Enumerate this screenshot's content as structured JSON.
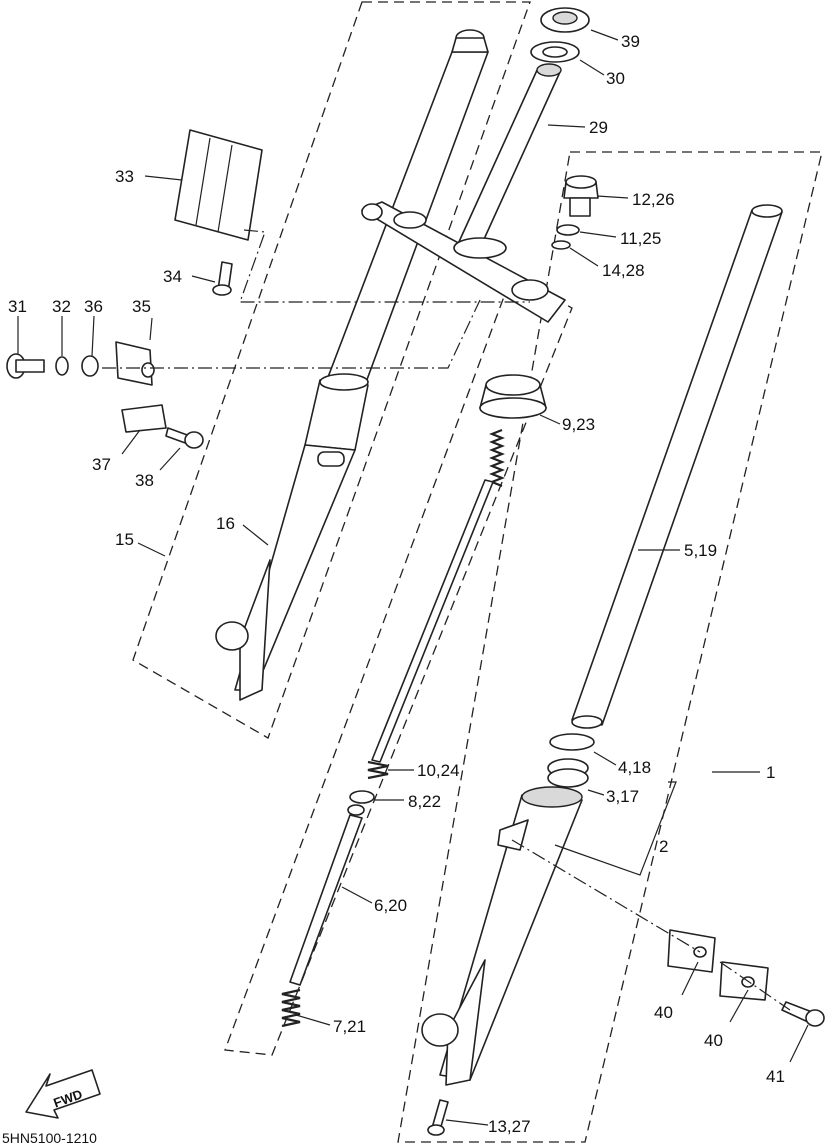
{
  "diagram": {
    "code": "5HN5100-1210",
    "fwd_label": "FWD",
    "callouts": {
      "c1": "1",
      "c2": "2",
      "c3_17": "3,17",
      "c4_18": "4,18",
      "c5_19": "5,19",
      "c6_20": "6,20",
      "c7_21": "7,21",
      "c8_22": "8,22",
      "c9_23": "9,23",
      "c10_24": "10,24",
      "c11_25": "11,25",
      "c12_26": "12,26",
      "c13_27": "13,27",
      "c14_28": "14,28",
      "c15": "15",
      "c16": "16",
      "c29": "29",
      "c30": "30",
      "c31": "31",
      "c32": "32",
      "c33": "33",
      "c34": "34",
      "c35": "35",
      "c36": "36",
      "c37": "37",
      "c38": "38",
      "c39": "39",
      "c40a": "40",
      "c40b": "40",
      "c41": "41"
    }
  }
}
